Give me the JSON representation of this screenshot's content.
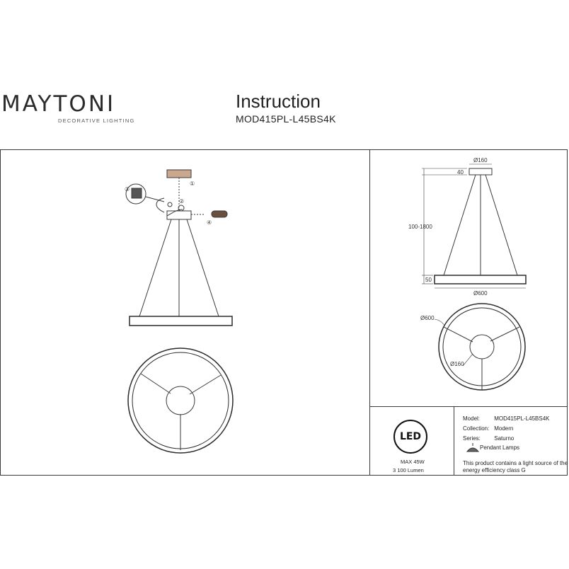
{
  "header": {
    "brand_name": "MAYTONI",
    "brand_tagline": "DECORATIVE LIGHTING",
    "title": "Instruction",
    "model": "MOD415PL-L45BS4K"
  },
  "installation": {
    "step_labels": [
      "①",
      "②",
      "③",
      "④"
    ]
  },
  "dimensions": {
    "canopy_diameter": "Ø160",
    "canopy_height": "40",
    "cable_length": "100-1800",
    "ring_height": "50",
    "ring_diameter": "Ø600",
    "plan_outer": "Ø600",
    "plan_inner": "Ø160"
  },
  "led_badge": {
    "label": "LED",
    "max_power": "MAX 45W",
    "lumen": "3 100 Lumen"
  },
  "specs": {
    "model_key": "Model:",
    "model_val": "MOD415PL-L45BS4K",
    "collection_key": "Collection:",
    "collection_val": "Modern",
    "series_key": "Series:",
    "series_val": "Saturno",
    "type_val": "Pendant Lamps",
    "energy_line1": "This product contains a light source of the",
    "energy_line2": "energy efficiency class G"
  },
  "colors": {
    "line": "#3a3a3a",
    "ring": "#2b2b2b",
    "text": "#1a1a1a"
  }
}
